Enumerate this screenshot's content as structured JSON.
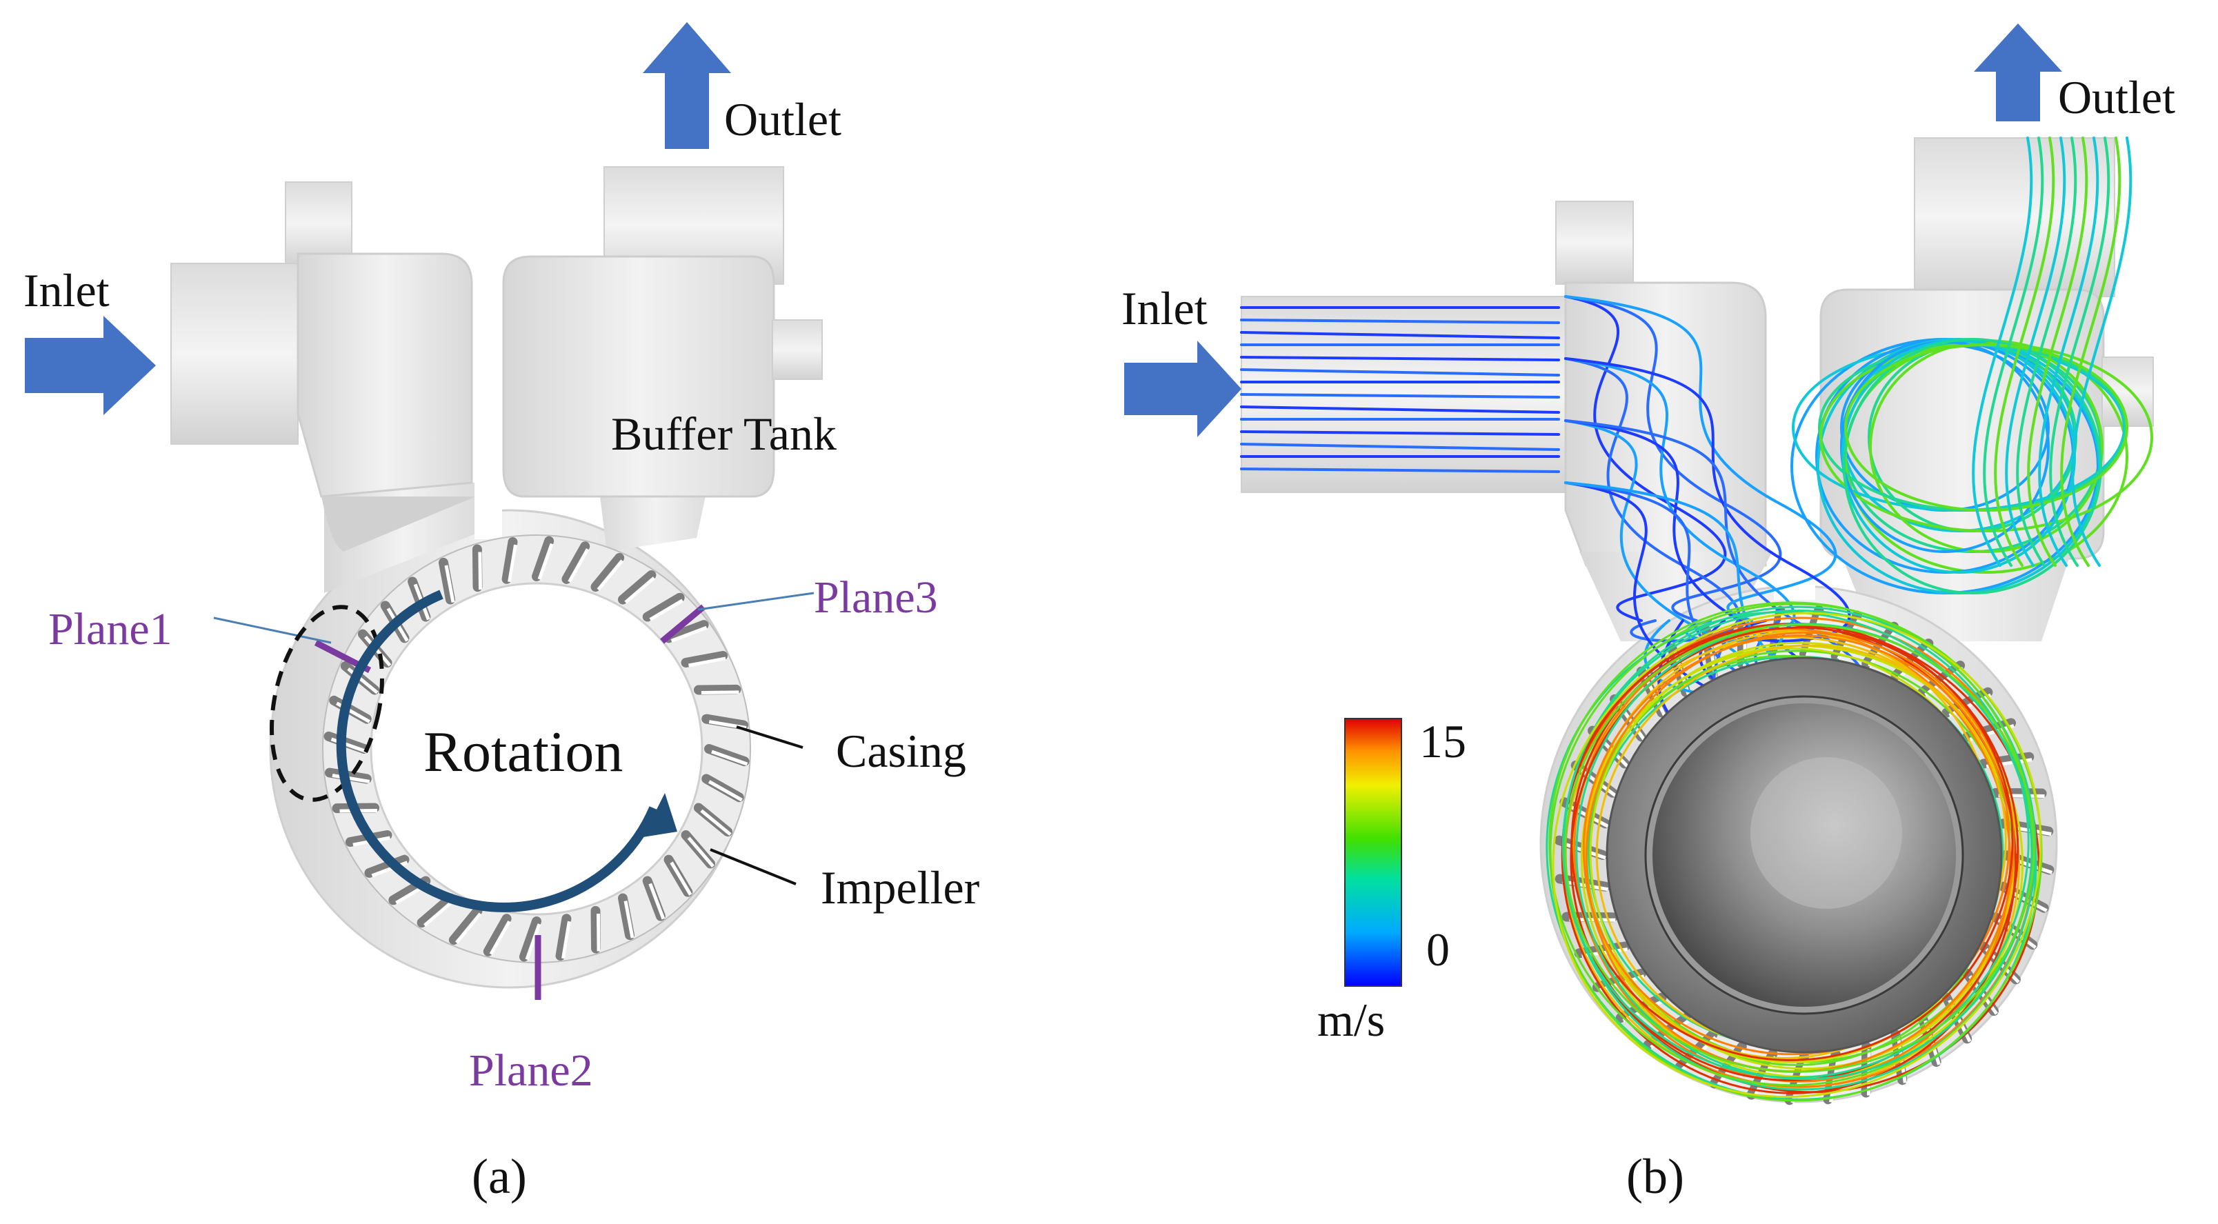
{
  "panel_a": {
    "caption": "(a)",
    "inlet_label": "Inlet",
    "outlet_label": "Outlet",
    "buffer_tank_label": "Buffer Tank",
    "rotation_label": "Rotation",
    "casing_label": "Casing",
    "impeller_label": "Impeller",
    "plane1_label": "Plane1",
    "plane2_label": "Plane2",
    "plane3_label": "Plane3"
  },
  "panel_b": {
    "caption": "(b)",
    "inlet_label": "Inlet",
    "outlet_label": "Outlet",
    "colorbar": {
      "max_label": "15",
      "min_label": "0",
      "unit_label": "m/s"
    }
  },
  "colors": {
    "arrow_blue": "#4472c4",
    "plane_purple": "#7a3aa0",
    "rotation_arrow": "#1f4e79",
    "casing_gray": "#e6e6e6",
    "hub_gray": "#8c8c8c"
  }
}
